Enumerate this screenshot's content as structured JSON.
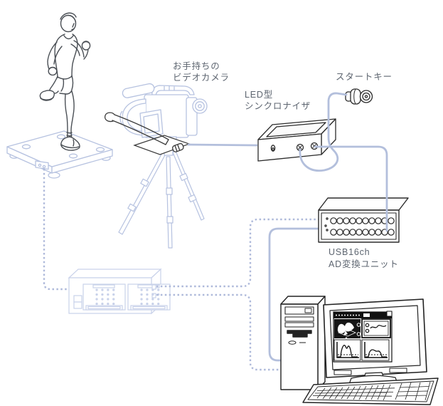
{
  "diagram": {
    "labels": {
      "camera_line1": "お手持ちの",
      "camera_line2": "ビデオカメラ",
      "synchronizer_line1": "LED型",
      "synchronizer_line2": "シンクロナイザ",
      "start_key": "スタートキー",
      "ad_unit_line1": "USB16ch",
      "ad_unit_line2": "AD変換ユニット"
    },
    "components": [
      "runner-figure",
      "force-plate",
      "video-camera-on-tripod",
      "led-arm",
      "led-synchronizer",
      "start-key",
      "usb-16ch-ad-converter",
      "amplifier-unit",
      "desktop-computer"
    ],
    "colors": {
      "sketch_blue": "#b6c2e0",
      "sketch_blue_light": "#c9d2ea",
      "cable_blue": "#b3bfdc",
      "dashed_cable_blue": "#aeb9da",
      "outline_dark": "#2b2b2b",
      "figure_gray": "#4a4f55",
      "label_text": "#5d6570",
      "screen_dark": "#161616"
    }
  }
}
